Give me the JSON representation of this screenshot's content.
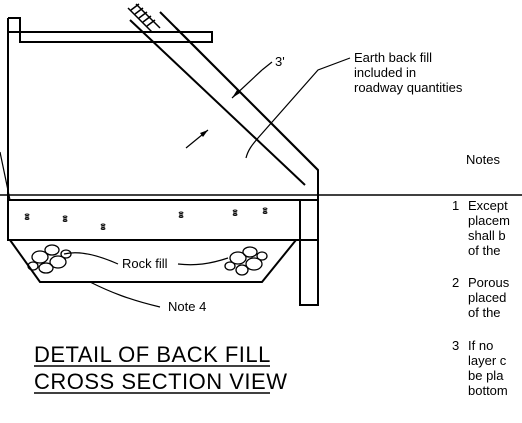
{
  "labels": {
    "dimension": "3'",
    "earth_backfill": [
      "Earth back fill",
      "included in",
      "roadway quantities"
    ],
    "rock_fill": "Rock fill",
    "note4": "Note 4",
    "title_line1": "DETAIL OF BACK FILL",
    "title_line2": "CROSS SECTION VIEW"
  },
  "notes": {
    "heading": "Notes",
    "items": [
      {
        "num": "1",
        "lines": [
          "Except",
          "placem",
          "shall b",
          "of the"
        ]
      },
      {
        "num": "2",
        "lines": [
          "Porous",
          "placed",
          "of the"
        ]
      },
      {
        "num": "3",
        "lines": [
          "If no",
          "layer c",
          "be pla",
          "bottom"
        ]
      }
    ]
  }
}
